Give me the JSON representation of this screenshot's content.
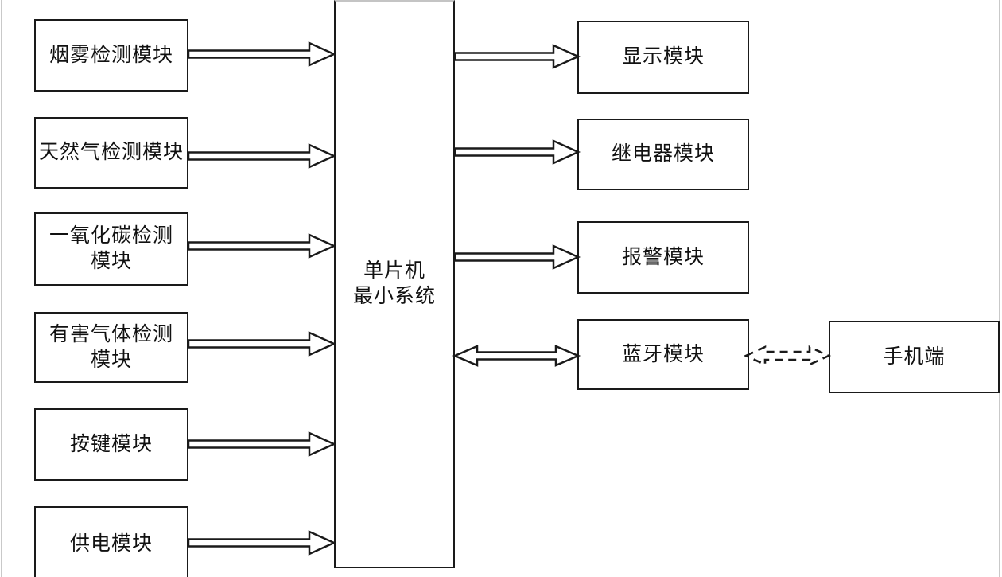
{
  "diagram": {
    "background": "#ffffff",
    "line_color": "#1a1a1a",
    "page_edge_color": "#c9c9c9",
    "center_module": {
      "label": "单片机\n最小系统"
    },
    "left_modules": [
      {
        "label": "烟雾检测模块"
      },
      {
        "label": "天然气检测模块"
      },
      {
        "label": "一氧化碳检测\n模块"
      },
      {
        "label": "有害气体检测\n模块"
      },
      {
        "label": "按键模块"
      },
      {
        "label": "供电模块"
      }
    ],
    "right_modules": [
      {
        "label": "显示模块"
      },
      {
        "label": "继电器模块"
      },
      {
        "label": "报警模块"
      },
      {
        "label": "蓝牙模块"
      }
    ],
    "phone": {
      "label": "手机端"
    },
    "connections": [
      {
        "from": "烟雾检测模块",
        "to": "单片机最小系统",
        "style": "solid",
        "direction": "one-way"
      },
      {
        "from": "天然气检测模块",
        "to": "单片机最小系统",
        "style": "solid",
        "direction": "one-way"
      },
      {
        "from": "一氧化碳检测模块",
        "to": "单片机最小系统",
        "style": "solid",
        "direction": "one-way"
      },
      {
        "from": "有害气体检测模块",
        "to": "单片机最小系统",
        "style": "solid",
        "direction": "one-way"
      },
      {
        "from": "按键模块",
        "to": "单片机最小系统",
        "style": "solid",
        "direction": "one-way"
      },
      {
        "from": "供电模块",
        "to": "单片机最小系统",
        "style": "solid",
        "direction": "one-way"
      },
      {
        "from": "单片机最小系统",
        "to": "显示模块",
        "style": "solid",
        "direction": "one-way"
      },
      {
        "from": "单片机最小系统",
        "to": "继电器模块",
        "style": "solid",
        "direction": "one-way"
      },
      {
        "from": "单片机最小系统",
        "to": "报警模块",
        "style": "solid",
        "direction": "one-way"
      },
      {
        "from": "单片机最小系统",
        "to": "蓝牙模块",
        "style": "solid",
        "direction": "two-way"
      },
      {
        "from": "蓝牙模块",
        "to": "手机端",
        "style": "dashed",
        "direction": "two-way"
      }
    ]
  }
}
